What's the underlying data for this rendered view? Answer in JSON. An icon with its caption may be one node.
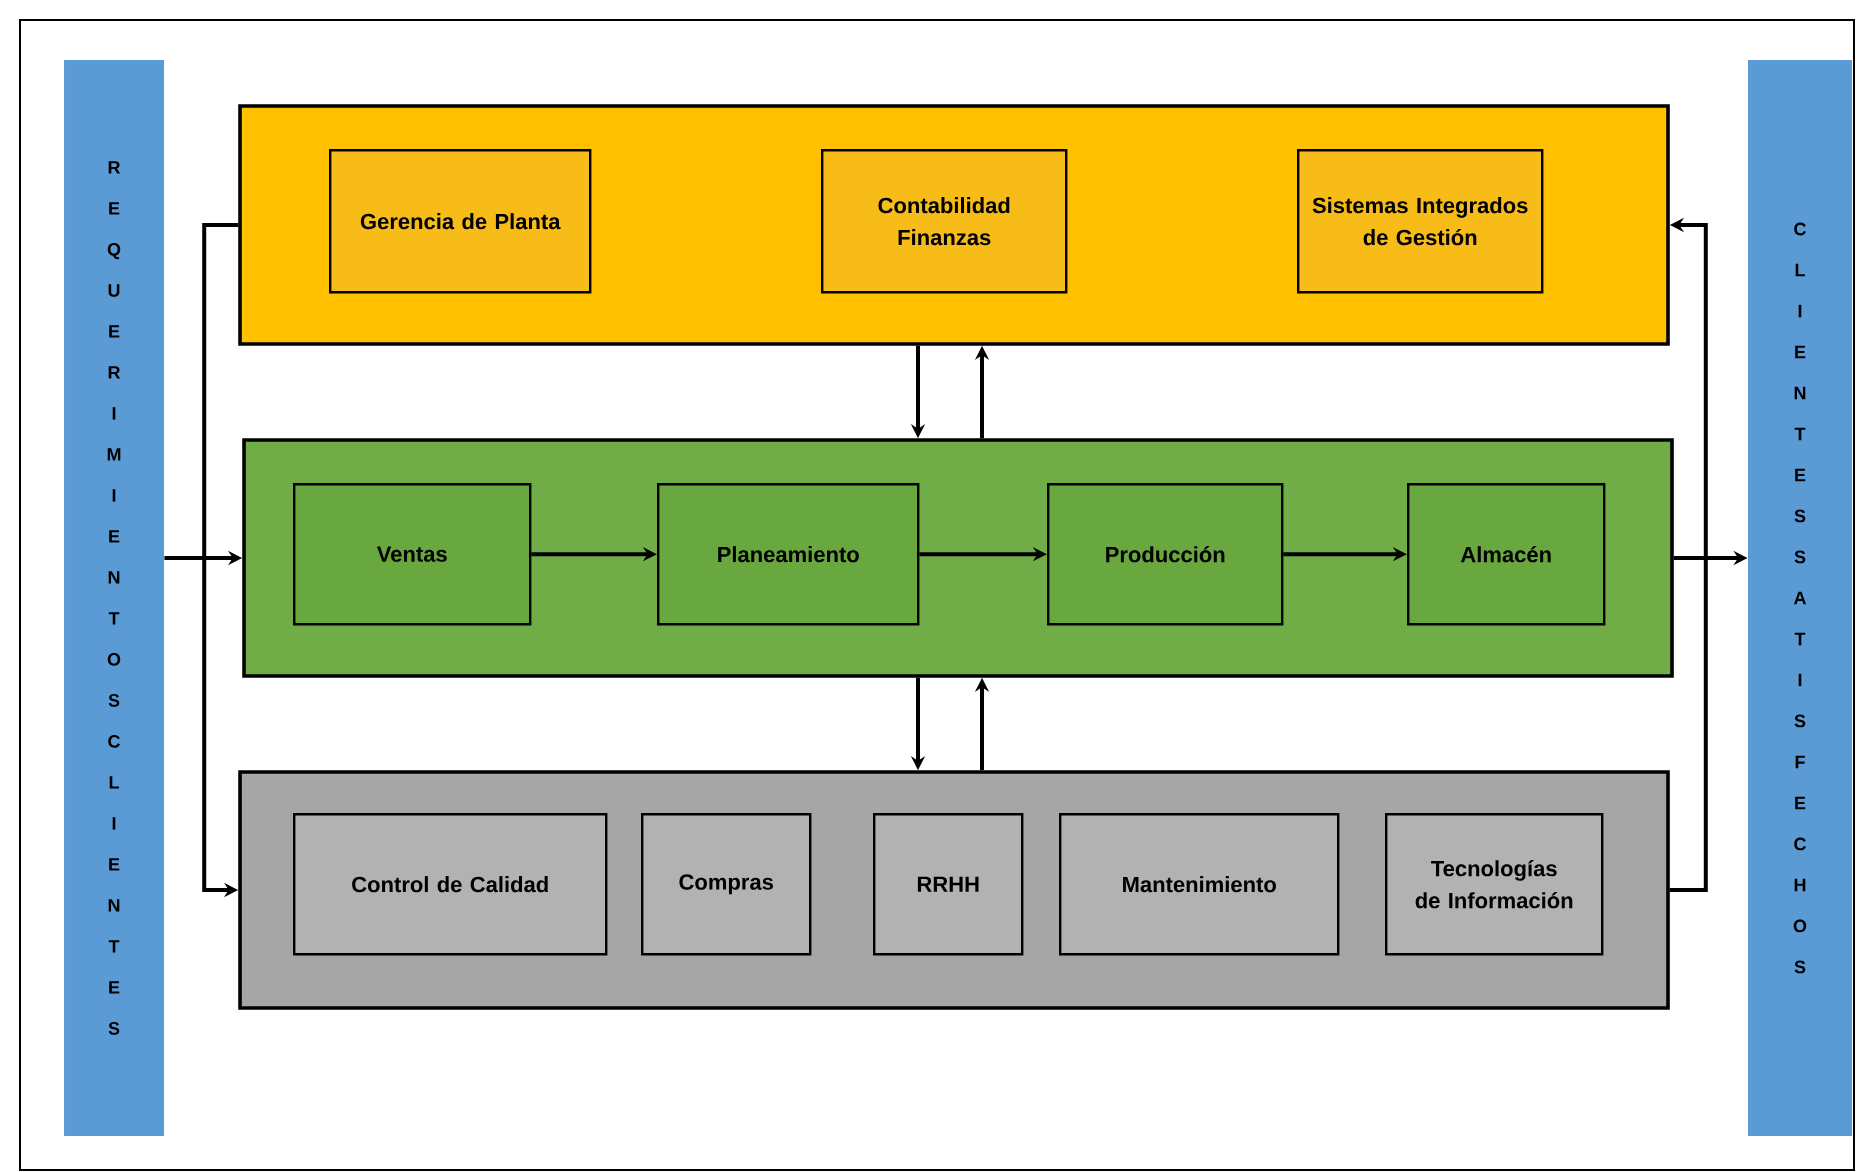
{
  "diagram": {
    "nodes": [
      {
        "text": [
          "REQUERIMIENTOS CLIENTES"
        ]
      },
      {
        "text": [],
        "shape": "box"
      },
      {
        "text": [
          "Gerencia de Planta"
        ],
        "in": 1
      },
      {
        "text": [
          "Contabilidad Finanzas"
        ],
        "in": 1
      },
      {
        "text": [
          "Sistemas Integrados de Gestión"
        ],
        "in": 1
      },
      {
        "text": [],
        "shape": "box"
      },
      {
        "text": [
          "Ventas"
        ],
        "in": 5
      },
      {
        "text": [
          "Planeamiento"
        ],
        "in": 5
      },
      {
        "text": [
          "Producción"
        ],
        "in": 5
      },
      {
        "text": [
          "Almacén"
        ],
        "in": 5
      },
      {
        "text": [],
        "shape": "box"
      },
      {
        "text": [
          "Control de Calidad"
        ],
        "in": 10
      },
      {
        "text": [
          "Compras"
        ],
        "in": 10
      },
      {
        "text": [
          "RRHH"
        ],
        "in": 10
      },
      {
        "text": [
          "Mantenimiento"
        ],
        "in": 10
      },
      {
        "text": [
          "Tecnologías de Información"
        ],
        "in": 10
      },
      {
        "text": [
          "CLIENTES SATISFECHOS"
        ]
      }
    ],
    "edges": [
      {
        "from": 0,
        "to": 5,
        "arrow": "to"
      },
      {
        "from": 1,
        "to": 10,
        "arrow": "to"
      },
      {
        "from": 10,
        "to": 1,
        "arrow": "to"
      },
      {
        "from": 5,
        "to": 16,
        "arrow": "to"
      },
      {
        "from": 1,
        "to": 5,
        "arrow": "to"
      },
      {
        "from": 5,
        "to": 1,
        "arrow": "to"
      },
      {
        "from": 5,
        "to": 10,
        "arrow": "to"
      },
      {
        "from": 10,
        "to": 5,
        "arrow": "to"
      },
      {
        "from": 6,
        "to": 7,
        "arrow": "to"
      },
      {
        "from": 7,
        "to": 8,
        "arrow": "to"
      },
      {
        "from": 8,
        "to": 9,
        "arrow": "to"
      }
    ]
  }
}
